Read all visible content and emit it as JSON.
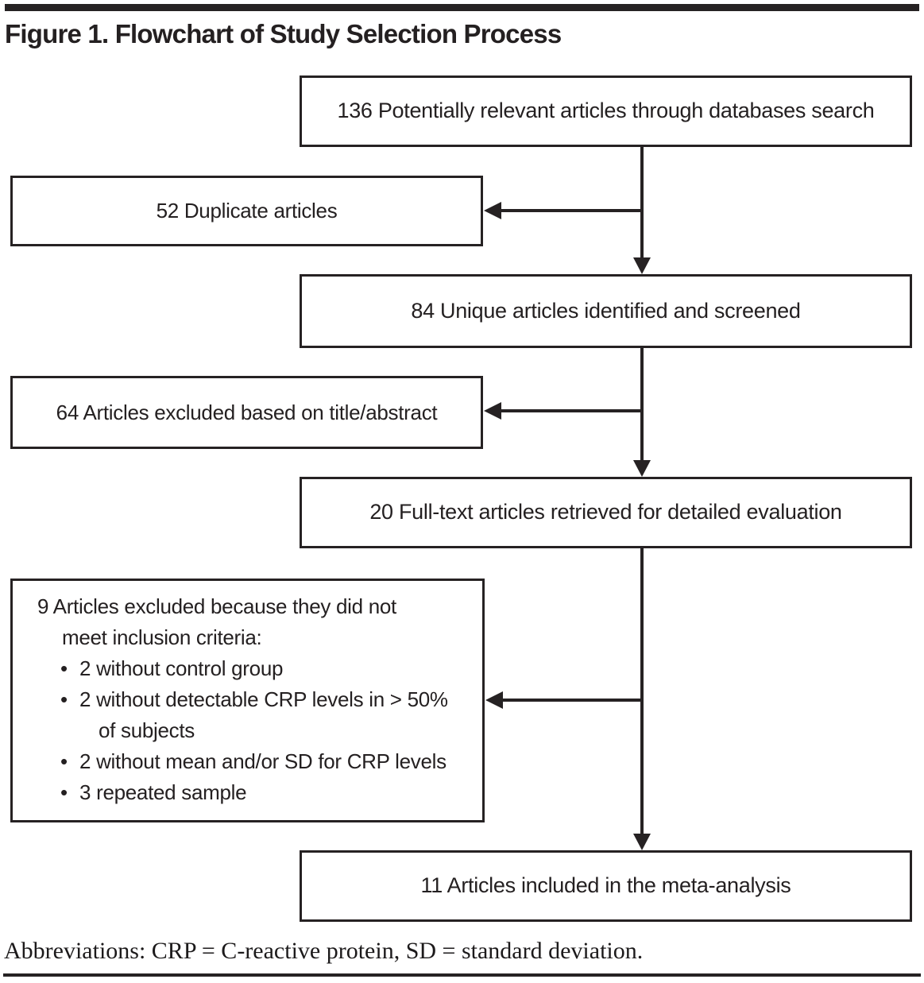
{
  "title": "Figure 1. Flowchart of Study Selection Process",
  "flow": {
    "box_search": "136 Potentially relevant articles through databases search",
    "box_duplicates": "52 Duplicate articles",
    "box_screened": "84 Unique articles identified and screened",
    "box_title_abstract": "64 Articles excluded based on title/abstract",
    "box_fulltext": "20 Full-text articles retrieved for detailed evaluation",
    "exclusion_box": {
      "intro_line1": "9 Articles excluded because they did not",
      "intro_line2": "meet inclusion criteria:",
      "bullet_char": "•",
      "bullets": [
        {
          "text": "2 without control group"
        },
        {
          "text": "2 without detectable CRP levels in > 50%",
          "wrap": "of subjects"
        },
        {
          "text": "2 without mean and/or SD for CRP levels"
        },
        {
          "text": "3 repeated sample"
        }
      ]
    },
    "box_included": "11 Articles included in the meta-analysis"
  },
  "footer": {
    "abbreviations": "Abbreviations: CRP = C-reactive protein, SD = standard deviation."
  },
  "colors": {
    "ink": "#242021"
  }
}
